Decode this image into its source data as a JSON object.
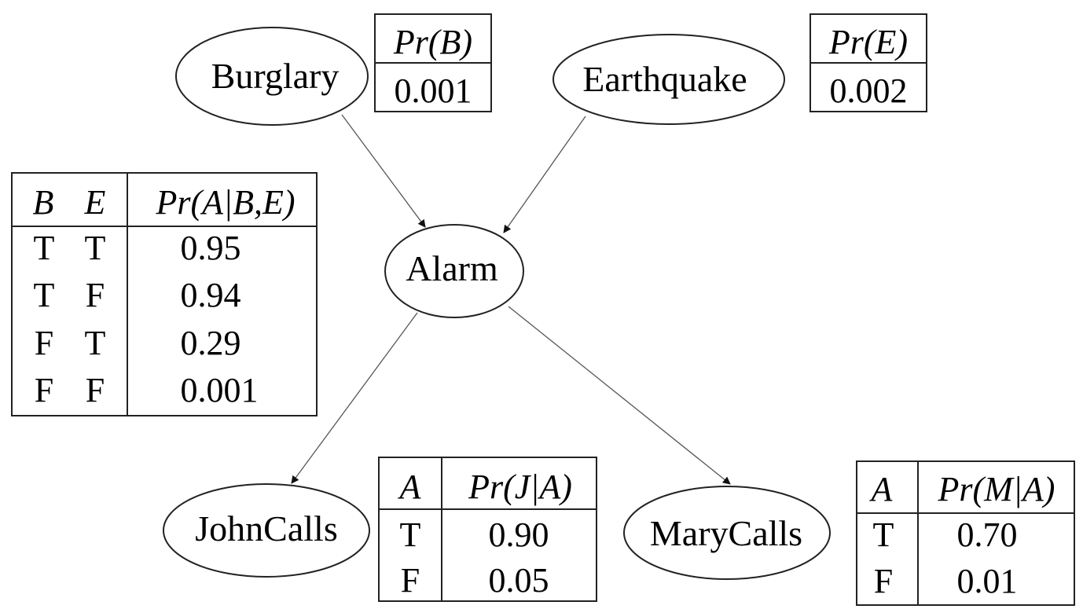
{
  "title": "Burglary Alarm Bayesian Network",
  "nodes": {
    "burglary": "Burglary",
    "earthquake": "Earthquake",
    "alarm": "Alarm",
    "johncalls": "JohnCalls",
    "marycalls": "MaryCalls"
  },
  "edges": [
    {
      "from": "Burglary",
      "to": "Alarm"
    },
    {
      "from": "Earthquake",
      "to": "Alarm"
    },
    {
      "from": "Alarm",
      "to": "JohnCalls"
    },
    {
      "from": "Alarm",
      "to": "MaryCalls"
    }
  ],
  "cpt_b": {
    "header": "Pr(B)",
    "value": "0.001"
  },
  "cpt_e": {
    "header": "Pr(E)",
    "value": "0.002"
  },
  "cpt_a": {
    "header_b": "B",
    "header_e": "E",
    "header_p": "Pr(A|B,E)",
    "rows": [
      {
        "b": "T",
        "e": "T",
        "p": "0.95"
      },
      {
        "b": "T",
        "e": "F",
        "p": "0.94"
      },
      {
        "b": "F",
        "e": "T",
        "p": "0.29"
      },
      {
        "b": "F",
        "e": "F",
        "p": "0.001"
      }
    ]
  },
  "cpt_j": {
    "header_a": "A",
    "header_p": "Pr(J|A)",
    "rows": [
      {
        "a": "T",
        "p": "0.90"
      },
      {
        "a": "F",
        "p": "0.05"
      }
    ]
  },
  "cpt_m": {
    "header_a": "A",
    "header_p": "Pr(M|A)",
    "rows": [
      {
        "a": "T",
        "p": "0.70"
      },
      {
        "a": "F",
        "p": "0.01"
      }
    ]
  },
  "colors": {
    "stroke": "#222222",
    "edge": "#555555",
    "background": "#ffffff"
  }
}
